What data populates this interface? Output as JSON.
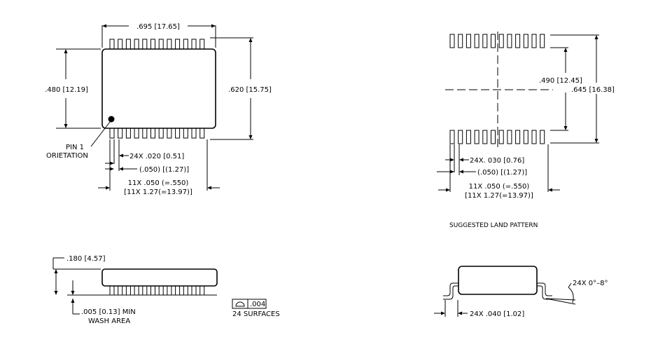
{
  "top_view": {
    "width_dim": ".695 [17.65]",
    "height_dim": ".480 [12.19]",
    "overall_height_dim": ".620 [15.75]",
    "pin1_label_line1": "PIN 1",
    "pin1_label_line2": "ORIETATION",
    "lead_width_dim": "24X .020 [0.51]",
    "pitch_dim": "(.050) [(1.27)]",
    "span_dim_line1": "11X .050 (=.550)",
    "span_dim_line2": "[11X 1.27(=13.97)]"
  },
  "land_pattern": {
    "inner_dim": ".490 [12.45]",
    "outer_dim": ".645 [16.38]",
    "pad_width_dim": "24X. 030 [0.76]",
    "pitch_dim": "(.050) [(1.27)]",
    "span_dim_line1": "11X .050 (=.550)",
    "span_dim_line2": "[11X 1.27(=13.97)]",
    "caption": "SUGGESTED LAND PATTERN"
  },
  "side_view": {
    "height_dim": ".180 [4.57]",
    "standoff_dim": ".005 [0.13] MIN",
    "wash_area": "WASH AREA",
    "flatness_value": ".004",
    "flatness_note": "24 SURFACES"
  },
  "end_view": {
    "angle_dim": "24X 0°–8°",
    "foot_dim": "24X .040 [1.02]"
  }
}
